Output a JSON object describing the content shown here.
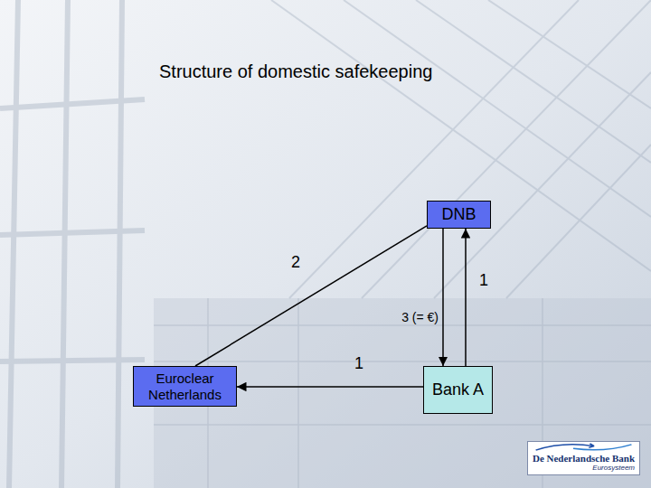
{
  "diagram": {
    "title": "Structure of domestic safekeeping",
    "nodes": [
      {
        "text": [
          "DNB"
        ]
      },
      {
        "text": [
          "Euroclear Netherlands"
        ]
      },
      {
        "text": [
          "Bank A"
        ]
      },
      {
        "text": [
          "De Nederlandsche Bank",
          "Eurosysteem"
        ]
      }
    ],
    "edges": [
      {
        "from": 1,
        "to": 0,
        "label": "2",
        "arrow": "none"
      },
      {
        "from": 2,
        "to": 1,
        "label": "1",
        "arrow": "to"
      },
      {
        "from": 0,
        "to": 2,
        "label": "3 (= €)",
        "arrow": "to"
      },
      {
        "from": 2,
        "to": 0,
        "label": "1",
        "arrow": "to"
      }
    ]
  }
}
